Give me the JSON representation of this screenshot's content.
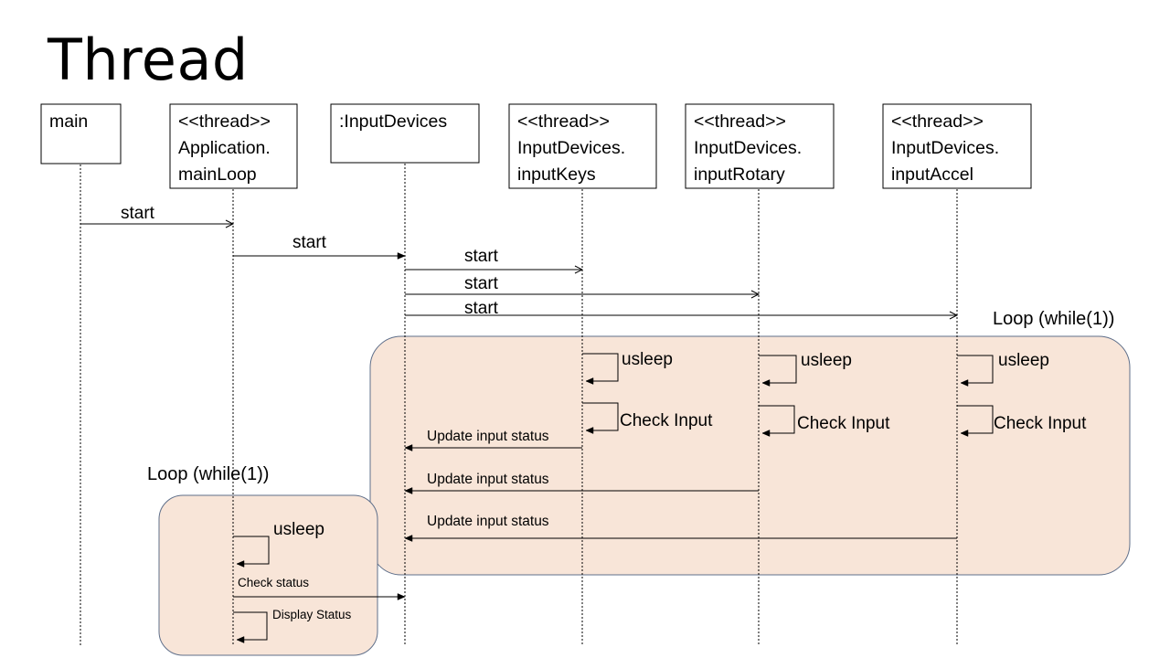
{
  "title": "Thread",
  "participants": [
    {
      "id": "main",
      "lines": [
        "main"
      ]
    },
    {
      "id": "app",
      "lines": [
        "<<thread>>",
        "Application.",
        "mainLoop"
      ]
    },
    {
      "id": "inputdevices",
      "lines": [
        ":InputDevices"
      ]
    },
    {
      "id": "inputkeys",
      "lines": [
        "<<thread>>",
        "InputDevices.",
        "inputKeys"
      ]
    },
    {
      "id": "inputrotary",
      "lines": [
        "<<thread>>",
        "InputDevices.",
        "inputRotary"
      ]
    },
    {
      "id": "inputaccel",
      "lines": [
        "<<thread>>",
        "InputDevices.",
        "inputAccel"
      ]
    }
  ],
  "messages": [
    {
      "from": "main",
      "to": "app",
      "label": "start"
    },
    {
      "from": "app",
      "to": "inputdevices",
      "label": "start"
    },
    {
      "from": "inputdevices",
      "to": "inputkeys",
      "label": "start"
    },
    {
      "from": "inputdevices",
      "to": "inputrotary",
      "label": "start"
    },
    {
      "from": "inputdevices",
      "to": "inputaccel",
      "label": "start"
    }
  ],
  "loops": [
    {
      "label": "Loop (while(1))",
      "self_calls": [
        {
          "on": "inputkeys",
          "label": "usleep"
        },
        {
          "on": "inputkeys",
          "label": "Check Input"
        },
        {
          "on": "inputrotary",
          "label": "usleep"
        },
        {
          "on": "inputrotary",
          "label": "Check Input"
        },
        {
          "on": "inputaccel",
          "label": "usleep"
        },
        {
          "on": "inputaccel",
          "label": "Check Input"
        }
      ],
      "messages": [
        {
          "from": "inputkeys",
          "to": "inputdevices",
          "label": "Update input status"
        },
        {
          "from": "inputrotary",
          "to": "inputdevices",
          "label": "Update input status"
        },
        {
          "from": "inputaccel",
          "to": "inputdevices",
          "label": "Update input status"
        }
      ]
    },
    {
      "label": "Loop (while(1))",
      "self_calls": [
        {
          "on": "app",
          "label": "usleep"
        },
        {
          "on": "app",
          "label": "Display Status"
        }
      ],
      "messages": [
        {
          "from": "app",
          "to": "inputdevices",
          "label": "Check status"
        }
      ]
    }
  ],
  "colors": {
    "loop_fill": "#f8e5d8",
    "loop_border": "#5f6f8a",
    "line": "#000000"
  }
}
